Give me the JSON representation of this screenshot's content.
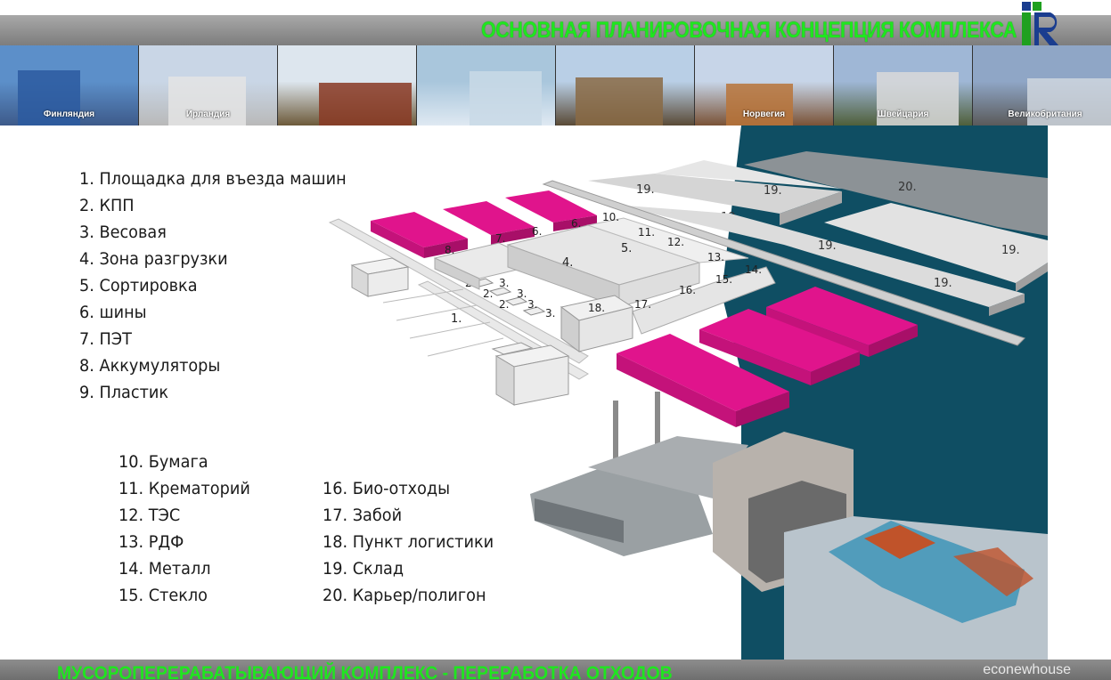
{
  "header": {
    "title": "ОСНОВНАЯ ПЛАНИРОВОЧНАЯ КОНЦЕПЦИЯ КОМПЛЕКСА",
    "logo_text": "IR"
  },
  "photos": [
    {
      "caption": "Финляндия",
      "sky": "#5c8fc9",
      "ground": "#3d5a8a",
      "building": "#2c5aa0"
    },
    {
      "caption": "Ирландия",
      "sky": "#c9d6e6",
      "ground": "#b9b9b9",
      "building": "#e4e4e4"
    },
    {
      "caption": "",
      "sky": "#dde6ee",
      "ground": "#6d5a3a",
      "building": "#8a3a24"
    },
    {
      "caption": "",
      "sky": "#a9c6dc",
      "ground": "#dfe9f2",
      "building": "#c9d9e6"
    },
    {
      "caption": "",
      "sky": "#b9cfe6",
      "ground": "#5a4a36",
      "building": "#8a6a44"
    },
    {
      "caption": "Норвегия",
      "sky": "#c7d5e8",
      "ground": "#7a5236",
      "building": "#b8743a"
    },
    {
      "caption": "Швейцария",
      "sky": "#9fb7d6",
      "ground": "#4f5f3a",
      "building": "#d9d9d9"
    },
    {
      "caption": "Великобритания",
      "sky": "#8fa6c6",
      "ground": "#5a5a5a",
      "building": "#cfd6de"
    }
  ],
  "legend": {
    "col1": [
      "1. Площадка для въезда машин",
      "2. КПП",
      "3. Весовая",
      "4. Зона разгрузки",
      "5. Сортировка",
      "6. шины",
      "7. ПЭТ",
      "8. Аккумуляторы",
      "9. Пластик"
    ],
    "col2": [
      "10. Бумага",
      "11. Крематорий",
      "12. ТЭС",
      "13. РДФ",
      "14. Металл",
      "15. Стекло"
    ],
    "col3": [
      "16. Био-отходы",
      "17. Забой",
      "18. Пункт логистики",
      "19. Склад",
      "20. Карьер/полигон"
    ]
  },
  "plan_labels": {
    "n1": "1.",
    "n2": "2.",
    "n3": "3.",
    "n4": "4.",
    "n5": "5.",
    "n6": "6.",
    "n7": "7.",
    "n8": "8.",
    "n10": "10.",
    "n11": "11.",
    "n12": "12.",
    "n13": "13.",
    "n14": "14.",
    "n15": "15.",
    "n16": "16.",
    "n17": "17.",
    "n18": "18.",
    "n19": "19.",
    "n20": "20."
  },
  "footer": {
    "title": "МУСОРОПЕРЕРАБАТЫВАЮЩИЙ КОМПЛЕКС - ПЕРЕРАБОТКА ОТХОДОВ",
    "brand": "econewhouse"
  },
  "colors": {
    "accent_green": "#1fe61f",
    "magenta": "#e0148c",
    "teal": "#0f4e63",
    "bar_gray": "#8a8a8a"
  }
}
